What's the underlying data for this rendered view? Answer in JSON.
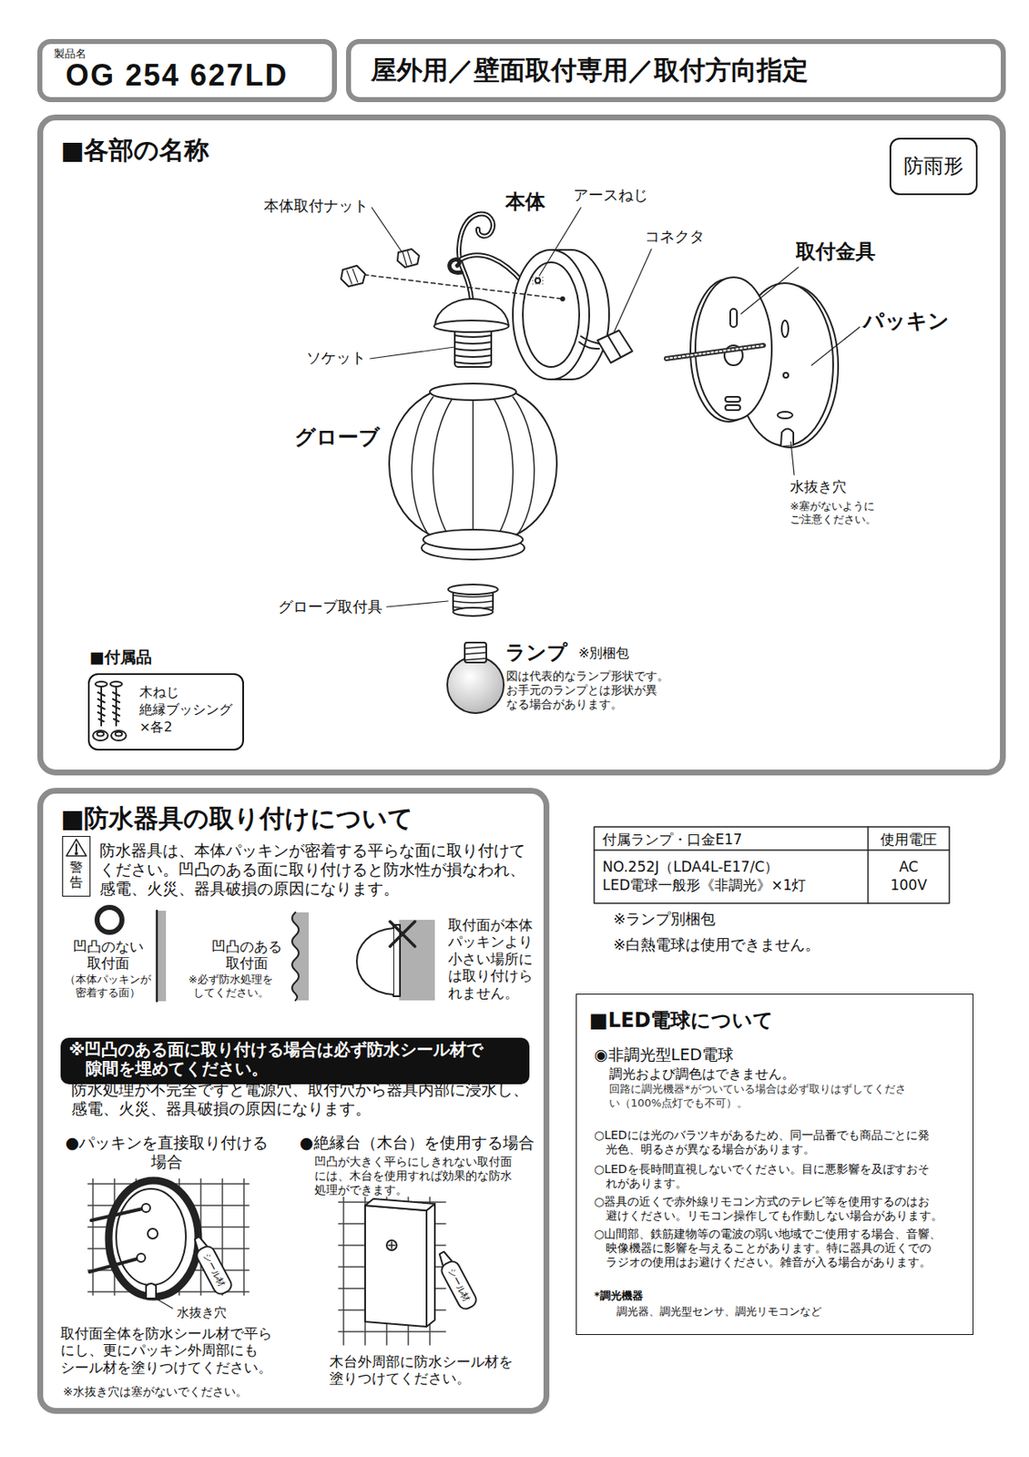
{
  "diagram": {
    "nodes": [
      {
        "text": [
          "製品名",
          "OG 254 627LD"
        ]
      },
      {
        "text": [
          "屋外用／壁面取付専用／取付方向指定"
        ]
      },
      {
        "text": [
          "■各部の名称"
        ]
      },
      {
        "text": [
          "防雨形"
        ],
        "in": 2
      },
      {
        "text": [
          "■付属品",
          "木ねじ 絶縁ブッシング ×各2"
        ],
        "in": 2
      },
      {
        "text": [
          "■防水器具の取り付けについて"
        ]
      },
      {
        "text": [
          "警告"
        ],
        "in": 5
      },
      {
        "text": [
          "※凹凸のある面に取り付ける場合は必ず防水シール材で 隙間を埋めてください。"
        ],
        "in": 5
      },
      {
        "text": [
          "■LED電球について",
          "◉非調光型LED電球",
          "調光および調色はできません。",
          "回路に調光機器*がついている場合は必ず取りはずしてくださ い（100%点灯でも不可）。",
          "○LEDには光のバラツキがあるため、同一品番でも商品ごとに発 光色、明るさが異なる場合があります。",
          "○LEDを長時間直視しないでください。目に悪影響を及ぼすおそ れがあります。",
          "○器具の近くで赤外線リモコン方式のテレビ等を使用するのはお 避けください。リモコン操作しても作動しない場合があります。",
          "○山間部、鉄筋建物等の電波の弱い地域でご使用する場合、音響、 映像機器に影響を与えることがあります。特に器具の近くでの ラジオの使用はお避けください。雑音が入る場合があります。",
          "*調光機器",
          "調光器、調光型センサ、調光リモコンなど"
        ]
      }
    ],
    "labels": [
      "本体取付ナット",
      "本体",
      "アースねじ",
      "コネクタ",
      "取付金具",
      "パッキン",
      "ソケット",
      "グローブ",
      "水抜き穴",
      "※塞がないように ご注意ください。",
      "グローブ取付具",
      "ランプ",
      "※別梱包",
      "図は代表的なランプ形状です。 お手元のランプとは形状が異 なる場合があります。",
      "防水器具は、本体パッキンが密着する平らな面に取り付けて ください。凹凸のある面に取り付けると防水性が損なわれ、 感電、火災、器具破損の原因になります。",
      "凹凸のない 取付面",
      "（本体パッキンが 密着する面）",
      "凹凸のある 取付面",
      "※必ず防水処理を してください。",
      "取付面が本体 パッキンより 小さい場所に は取り付けら れません。",
      "防水処理が不完全ですと電源穴、取付穴から器具内部に浸水し、 感電、火災、器具破損の原因になります。",
      "●パッキンを直接取り付ける 場合",
      "●絶縁台（木台）を使用する場合",
      "凹凸が大きく平らにしきれない取付面 には、木台を使用すれば効果的な防水 処理ができます。",
      "シール材",
      "水抜き穴",
      "取付面全体を防水シール材で平ら にし、更にパッキン外周部にも シール材を塗りつけてください。",
      "※水抜き穴は塞がないでください。",
      "シール材",
      "木台外周部に防水シール材を 塗りつけてください。",
      "付属ランプ・口金E17",
      "使用電圧",
      "NO.252J（LDA4L-E17/C） LED電球一般形《非調光》×1灯",
      "AC 100V",
      "※ランプ別梱包",
      "※白熱電球は使用できません。"
    ]
  }
}
